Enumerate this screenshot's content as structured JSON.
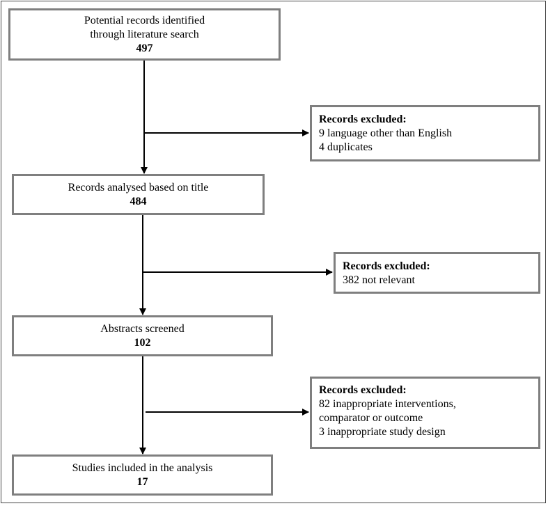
{
  "flow": {
    "steps": [
      {
        "text_lines": [
          "Potential records identified",
          "through literature search"
        ],
        "count": "497"
      },
      {
        "text_lines": [
          "Records analysed based on title"
        ],
        "count": "484"
      },
      {
        "text_lines": [
          "Abstracts screened"
        ],
        "count": "102"
      },
      {
        "text_lines": [
          "Studies included in the analysis"
        ],
        "count": "17"
      }
    ],
    "exclusions": [
      {
        "heading": "Records excluded:",
        "lines": [
          "9 language other than English",
          "4 duplicates"
        ]
      },
      {
        "heading": "Records excluded:",
        "lines": [
          "382 not relevant"
        ]
      },
      {
        "heading": "Records excluded:",
        "lines": [
          "82 inappropriate interventions,",
          "comparator or outcome",
          "3 inappropriate study design"
        ]
      }
    ]
  }
}
